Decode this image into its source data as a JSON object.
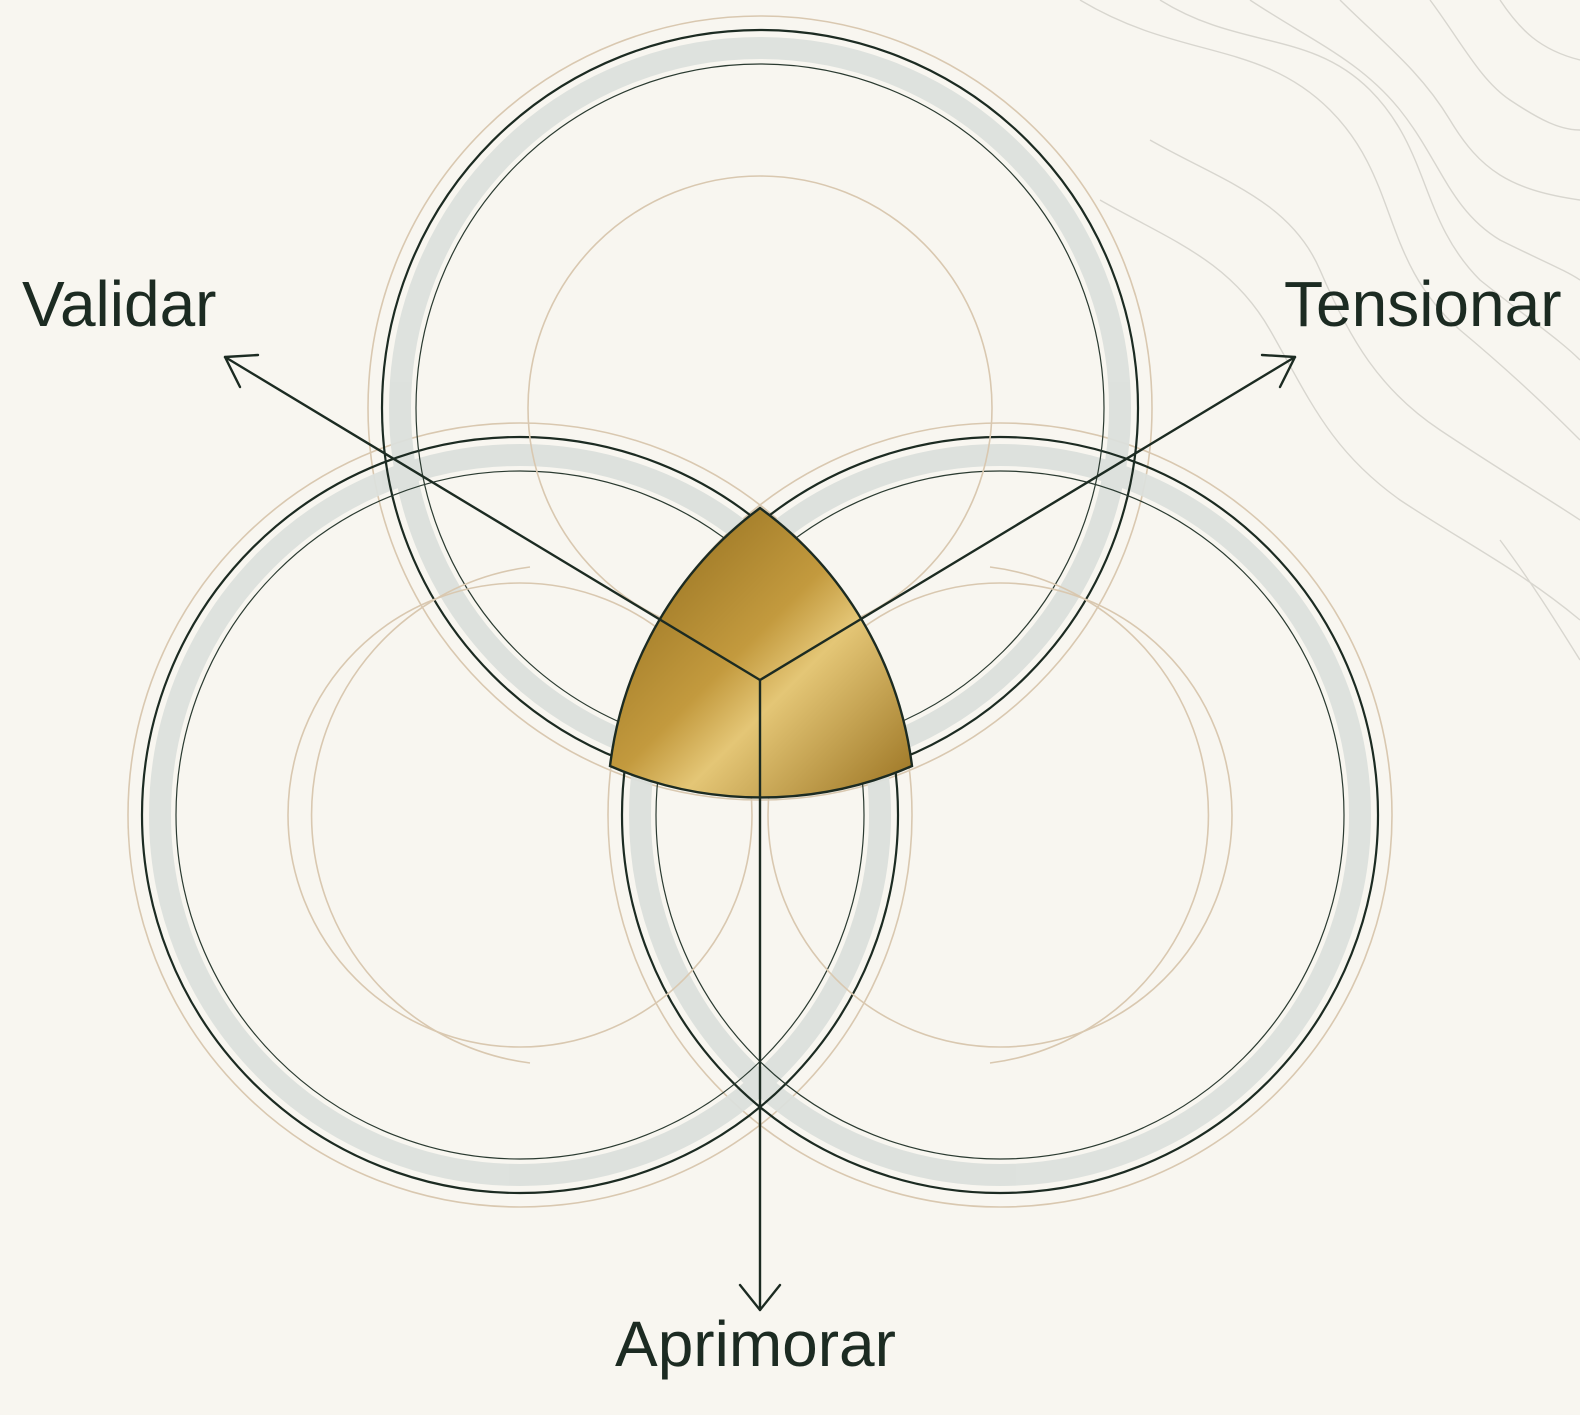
{
  "labels": {
    "validar": "Validar",
    "tensionar": "Tensionar",
    "aprimorar": "Aprimorar"
  },
  "colors": {
    "background": "#f8f6f0",
    "line": "#1c2b22",
    "ring_band": "#dde1dd",
    "thin_ring": "#d9c8b0",
    "gold_dark": "#9a7320",
    "gold_light": "#e2c471",
    "contour": "#d8d6cf"
  }
}
